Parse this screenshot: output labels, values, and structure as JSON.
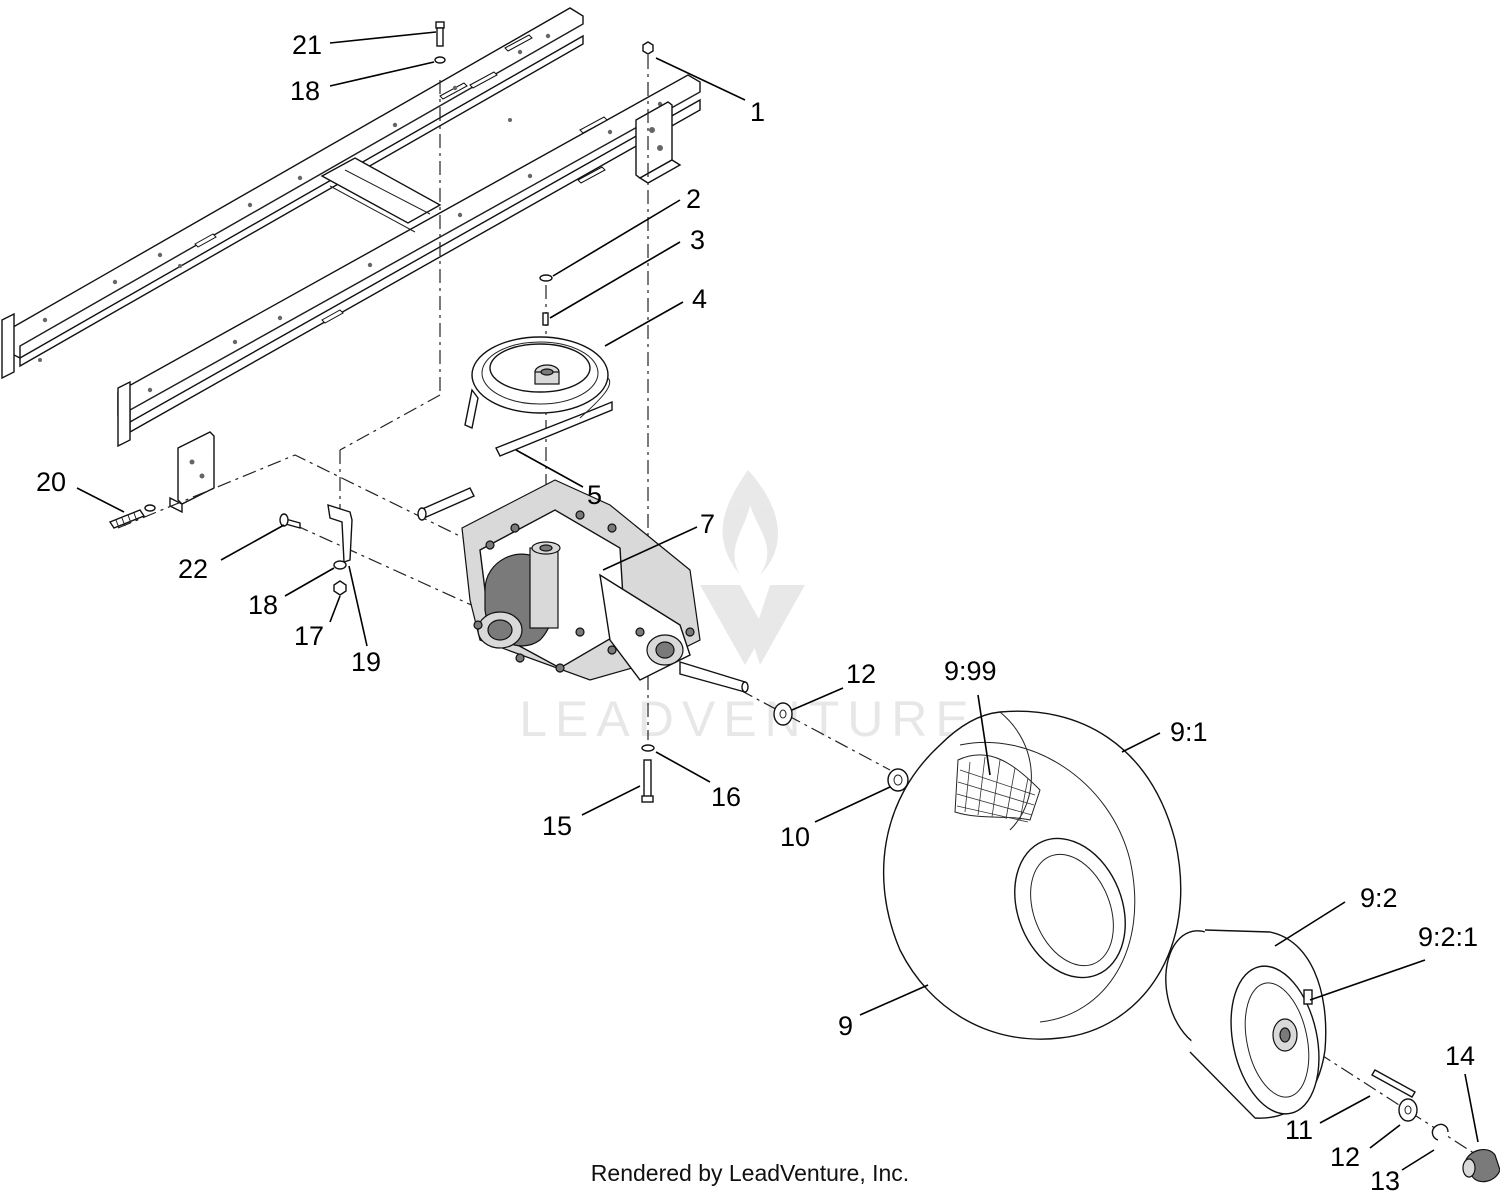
{
  "callouts": {
    "c1": "1",
    "c2": "2",
    "c3": "3",
    "c4": "4",
    "c5": "5",
    "c7": "7",
    "c9": "9",
    "c9_1": "9:1",
    "c9_2": "9:2",
    "c9_2_1": "9:2:1",
    "c9_99": "9:99",
    "c10": "10",
    "c11": "11",
    "c12a": "12",
    "c12b": "12",
    "c13": "13",
    "c14": "14",
    "c15": "15",
    "c16": "16",
    "c17": "17",
    "c18a": "18",
    "c18b": "18",
    "c19": "19",
    "c20": "20",
    "c21": "21",
    "c22": "22"
  },
  "watermark": "LEADVENTURE",
  "footer": "Rendered by LeadVenture, Inc."
}
